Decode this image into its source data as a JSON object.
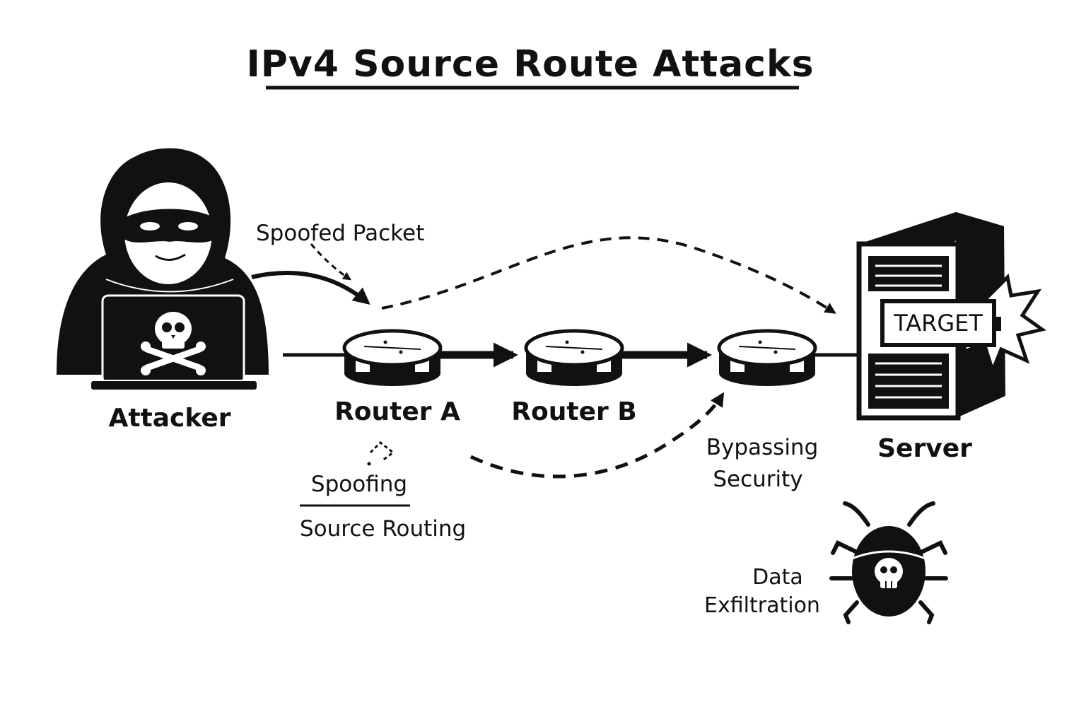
{
  "title": "IPv4 Source Route Attacks",
  "nodes": {
    "attacker": "Attacker",
    "router_a": "Router A",
    "router_b": "Router B",
    "server": "Server"
  },
  "annotations": {
    "spoofed_packet": "Spoofed Packet",
    "spoofing": "Spoofing",
    "source_routing": "Source Routing",
    "bypassing_line1": "Bypassing",
    "bypassing_line2": "Security",
    "data_line1": "Data",
    "data_line2": "Exfiltration"
  },
  "server_tag": "TARGET",
  "icons": {
    "attacker": "hooded-hacker-icon",
    "laptop": "skull-laptop-icon",
    "router": "router-icon",
    "server": "server-tower-icon",
    "bug": "skull-bug-icon"
  },
  "colors": {
    "ink": "#111111",
    "paper": "#ffffff"
  }
}
